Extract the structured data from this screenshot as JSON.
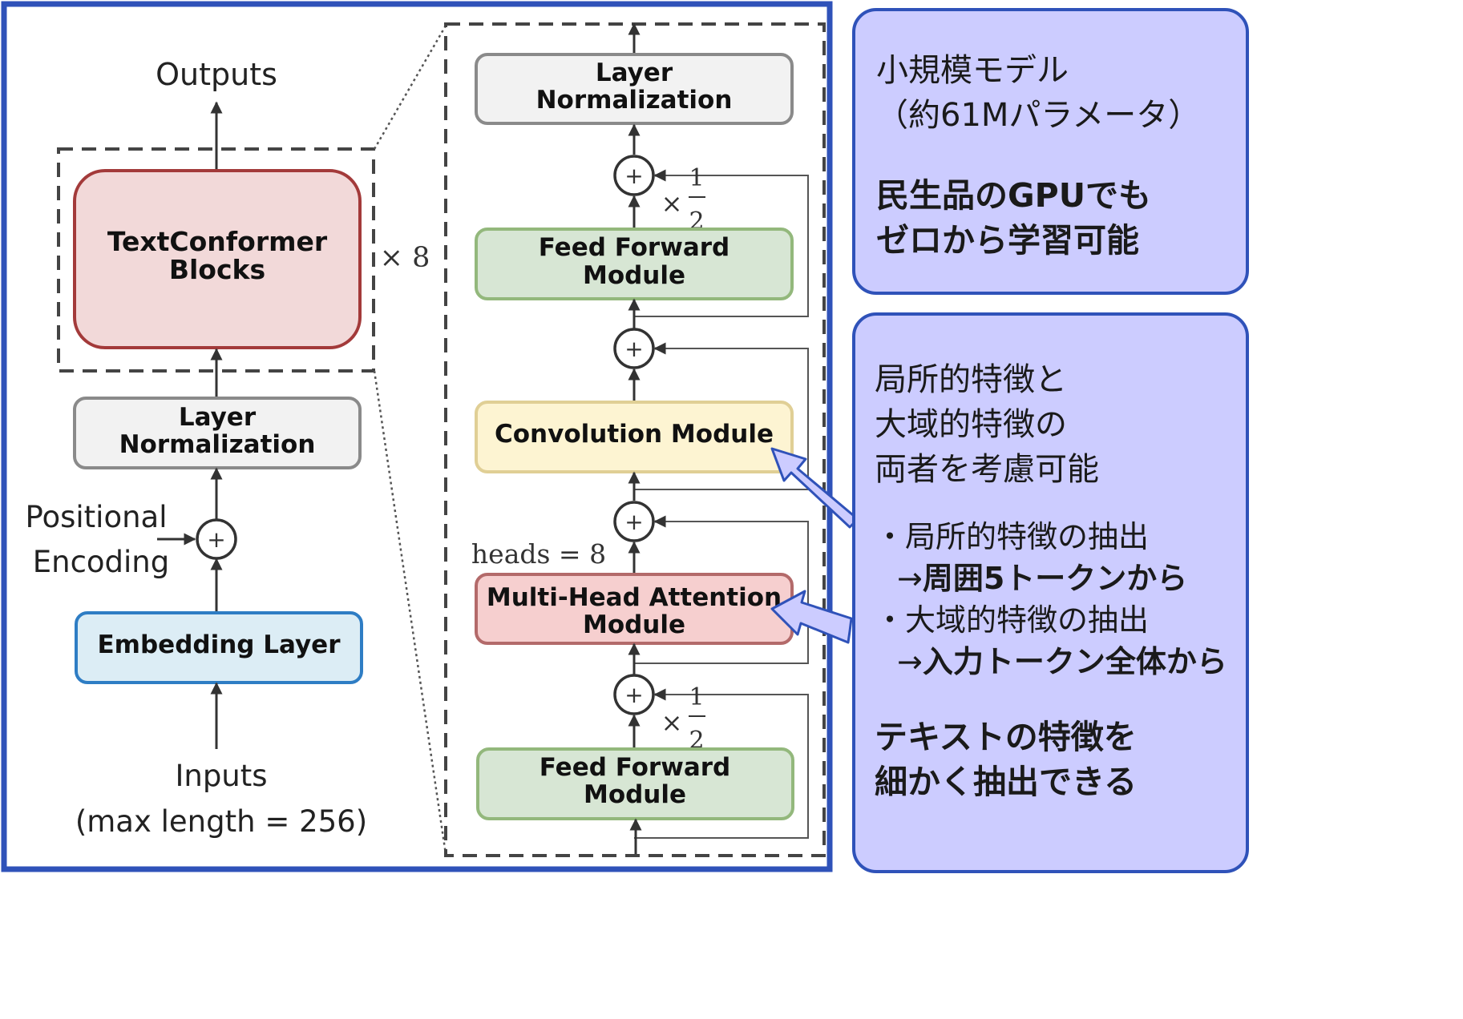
{
  "left": {
    "outputs": "Outputs",
    "textconformer_line1": "TextConformer",
    "textconformer_line2": "Blocks",
    "repeat": "× 8",
    "layer_norm_line1": "Layer",
    "layer_norm_line2": "Normalization",
    "positional_line1": "Positional",
    "positional_line2": "Encoding",
    "embedding": "Embedding Layer",
    "inputs_line1": "Inputs",
    "inputs_line2": "(max length = 256)"
  },
  "block": {
    "layer_norm_line1": "Layer",
    "layer_norm_line2": "Normalization",
    "ffn_top_line1": "Feed Forward",
    "ffn_top_line2": "Module",
    "conv": "Convolution Module",
    "mha_line1": "Multi-Head Attention",
    "mha_line2": "Module",
    "heads": "heads = 8",
    "ffn_bottom_line1": "Feed Forward",
    "ffn_bottom_line2": "Module",
    "half_times": "×",
    "half_num": "1",
    "half_den": "2"
  },
  "plus_symbol": "+",
  "panel_top": {
    "line1": "小規模モデル",
    "line2": "（約61Mパラメータ）",
    "bold1": "民生品のGPUでも",
    "bold2": "ゼロから学習可能"
  },
  "panel_bottom": {
    "line1": "局所的特徴と",
    "line2": "大域的特徴の",
    "line3": "両者を考慮可能",
    "bullet1": "・局所的特徴の抽出",
    "bullet1_arrow": "→",
    "bullet1_bold": "周囲5トークンから",
    "bullet2": "・大域的特徴の抽出",
    "bullet2_arrow": "→",
    "bullet2_bold": "入力トークン全体から",
    "bold1": "テキストの特徴を",
    "bold2": "細かく抽出できる"
  },
  "colors": {
    "frame_blue": "#2f52b9",
    "panel_fill": "#ccccff",
    "textconformer_fill": "#f2d9d9",
    "textconformer_stroke": "#a33a3a",
    "layer_norm_fill": "#f2f2f2",
    "embedding_fill": "#dcedf5",
    "embedding_stroke": "#2e7dc4",
    "ffn_fill": "#d7e6d4",
    "ffn_stroke": "#93b87c",
    "conv_fill": "#fdf4d2",
    "conv_stroke": "#e0cf95",
    "mha_fill": "#f6cfcf",
    "mha_stroke": "#b36a6a"
  }
}
